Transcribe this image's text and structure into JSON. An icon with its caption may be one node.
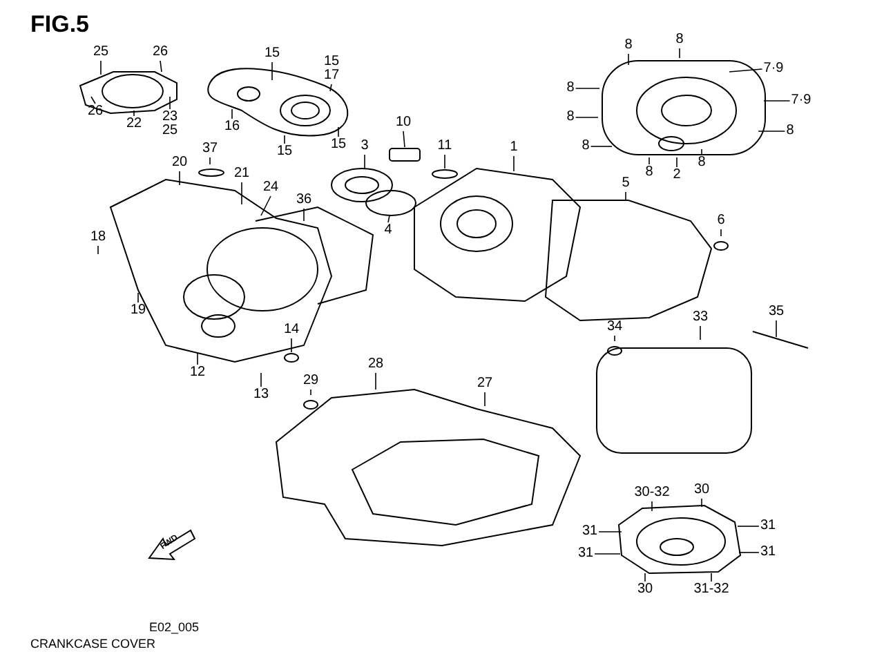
{
  "diagram": {
    "title": "FIG.5",
    "caption": "CRANKCASE COVER",
    "nodes": [
      {
        "text": [
          "25"
        ]
      },
      {
        "text": [
          "26"
        ]
      },
      {
        "text": [
          "26"
        ]
      },
      {
        "text": [
          "22"
        ]
      },
      {
        "text": [
          "23 25"
        ]
      },
      {
        "text": [
          "15"
        ]
      },
      {
        "text": [
          "15 17"
        ]
      },
      {
        "text": [
          "16"
        ]
      },
      {
        "text": [
          "15"
        ]
      },
      {
        "text": [
          "15"
        ]
      },
      {
        "text": [
          "37"
        ]
      },
      {
        "text": [
          "20"
        ]
      },
      {
        "text": [
          "21"
        ]
      },
      {
        "text": [
          "24"
        ]
      },
      {
        "text": [
          "36"
        ]
      },
      {
        "text": [
          "3"
        ]
      },
      {
        "text": [
          "10"
        ]
      },
      {
        "text": [
          "11"
        ]
      },
      {
        "text": [
          "1"
        ]
      },
      {
        "text": [
          "4"
        ]
      },
      {
        "text": [
          "18"
        ]
      },
      {
        "text": [
          "19"
        ]
      },
      {
        "text": [
          "12"
        ]
      },
      {
        "text": [
          "13"
        ]
      },
      {
        "text": [
          "14"
        ]
      },
      {
        "text": [
          "29"
        ]
      },
      {
        "text": [
          "28"
        ]
      },
      {
        "text": [
          "27"
        ]
      },
      {
        "text": [
          "8"
        ]
      },
      {
        "text": [
          "8"
        ]
      },
      {
        "text": [
          "8"
        ]
      },
      {
        "text": [
          "8"
        ]
      },
      {
        "text": [
          "8"
        ]
      },
      {
        "text": [
          "8"
        ]
      },
      {
        "text": [
          "2"
        ]
      },
      {
        "text": [
          "8"
        ]
      },
      {
        "text": [
          "7·9"
        ]
      },
      {
        "text": [
          "7·9"
        ]
      },
      {
        "text": [
          "8"
        ]
      },
      {
        "text": [
          "5"
        ]
      },
      {
        "text": [
          "6"
        ]
      },
      {
        "text": [
          "34"
        ]
      },
      {
        "text": [
          "33"
        ]
      },
      {
        "text": [
          "35"
        ]
      },
      {
        "text": [
          "30-32"
        ]
      },
      {
        "text": [
          "30"
        ]
      },
      {
        "text": [
          "31"
        ]
      },
      {
        "text": [
          "31"
        ]
      },
      {
        "text": [
          "31"
        ]
      },
      {
        "text": [
          "31"
        ]
      },
      {
        "text": [
          "30"
        ]
      },
      {
        "text": [
          "31-32"
        ]
      },
      {
        "text": [],
        "shape": "box"
      },
      {
        "text": [],
        "shape": "circle"
      },
      {
        "text": [],
        "shape": "cylinder"
      }
    ],
    "edges": [
      {
        "from": 0,
        "to": null,
        "arrow": "none"
      },
      {
        "from": 1,
        "to": null,
        "arrow": "none"
      },
      {
        "from": 2,
        "to": null,
        "arrow": "none"
      },
      {
        "from": 3,
        "to": null,
        "arrow": "none"
      },
      {
        "from": 4,
        "to": null,
        "arrow": "none"
      },
      {
        "from": 5,
        "to": null,
        "arrow": "none"
      },
      {
        "from": 6,
        "to": null,
        "arrow": "none"
      },
      {
        "from": 7,
        "to": null,
        "arrow": "none"
      },
      {
        "from": 8,
        "to": null,
        "arrow": "none"
      },
      {
        "from": 9,
        "to": null,
        "arrow": "none"
      },
      {
        "from": 10,
        "to": null,
        "arrow": "none"
      },
      {
        "from": 11,
        "to": null,
        "arrow": "none"
      },
      {
        "from": 12,
        "to": null,
        "arrow": "none"
      },
      {
        "from": 13,
        "to": null,
        "arrow": "none"
      },
      {
        "from": 14,
        "to": null,
        "arrow": "none"
      },
      {
        "from": 15,
        "to": null,
        "arrow": "none"
      },
      {
        "from": 16,
        "to": 52,
        "arrow": "none"
      },
      {
        "from": 17,
        "to": 53,
        "arrow": "none"
      },
      {
        "from": 18,
        "to": null,
        "arrow": "none"
      },
      {
        "from": 19,
        "to": null,
        "arrow": "none"
      },
      {
        "from": 20,
        "to": null,
        "arrow": "none"
      },
      {
        "from": 21,
        "to": null,
        "arrow": "none"
      },
      {
        "from": 22,
        "to": null,
        "arrow": "none"
      },
      {
        "from": 23,
        "to": null,
        "arrow": "none"
      },
      {
        "from": 24,
        "to": 54,
        "arrow": "none"
      },
      {
        "from": 25,
        "to": null,
        "arrow": "none"
      },
      {
        "from": 26,
        "to": null,
        "arrow": "none"
      },
      {
        "from": 27,
        "to": null,
        "arrow": "none"
      },
      {
        "from": 28,
        "to": null,
        "arrow": "none"
      },
      {
        "from": 29,
        "to": null,
        "arrow": "none"
      },
      {
        "from": 30,
        "to": null,
        "arrow": "none"
      },
      {
        "from": 31,
        "to": null,
        "arrow": "none"
      },
      {
        "from": 32,
        "to": null,
        "arrow": "none"
      },
      {
        "from": 33,
        "to": null,
        "arrow": "none"
      },
      {
        "from": 34,
        "to": null,
        "arrow": "none"
      },
      {
        "from": 35,
        "to": null,
        "arrow": "none"
      },
      {
        "from": 36,
        "to": null,
        "arrow": "none"
      },
      {
        "from": 37,
        "to": null,
        "arrow": "none"
      },
      {
        "from": 38,
        "to": null,
        "arrow": "none"
      },
      {
        "from": 39,
        "to": null,
        "arrow": "none"
      },
      {
        "from": 40,
        "to": null,
        "arrow": "none"
      },
      {
        "from": 41,
        "to": null,
        "arrow": "none"
      },
      {
        "from": 42,
        "to": null,
        "arrow": "none"
      },
      {
        "from": 43,
        "to": null,
        "arrow": "none"
      },
      {
        "from": 44,
        "to": null,
        "arrow": "none"
      },
      {
        "from": 45,
        "to": null,
        "arrow": "none"
      },
      {
        "from": 46,
        "to": null,
        "arrow": "none"
      },
      {
        "from": 47,
        "to": null,
        "arrow": "none"
      },
      {
        "from": 48,
        "to": null,
        "arrow": "none"
      },
      {
        "from": 49,
        "to": null,
        "arrow": "none"
      },
      {
        "from": 50,
        "to": null,
        "arrow": "none"
      },
      {
        "from": 51,
        "to": null,
        "arrow": "none"
      }
    ],
    "labels": [
      "FWD",
      "E02_005"
    ]
  }
}
